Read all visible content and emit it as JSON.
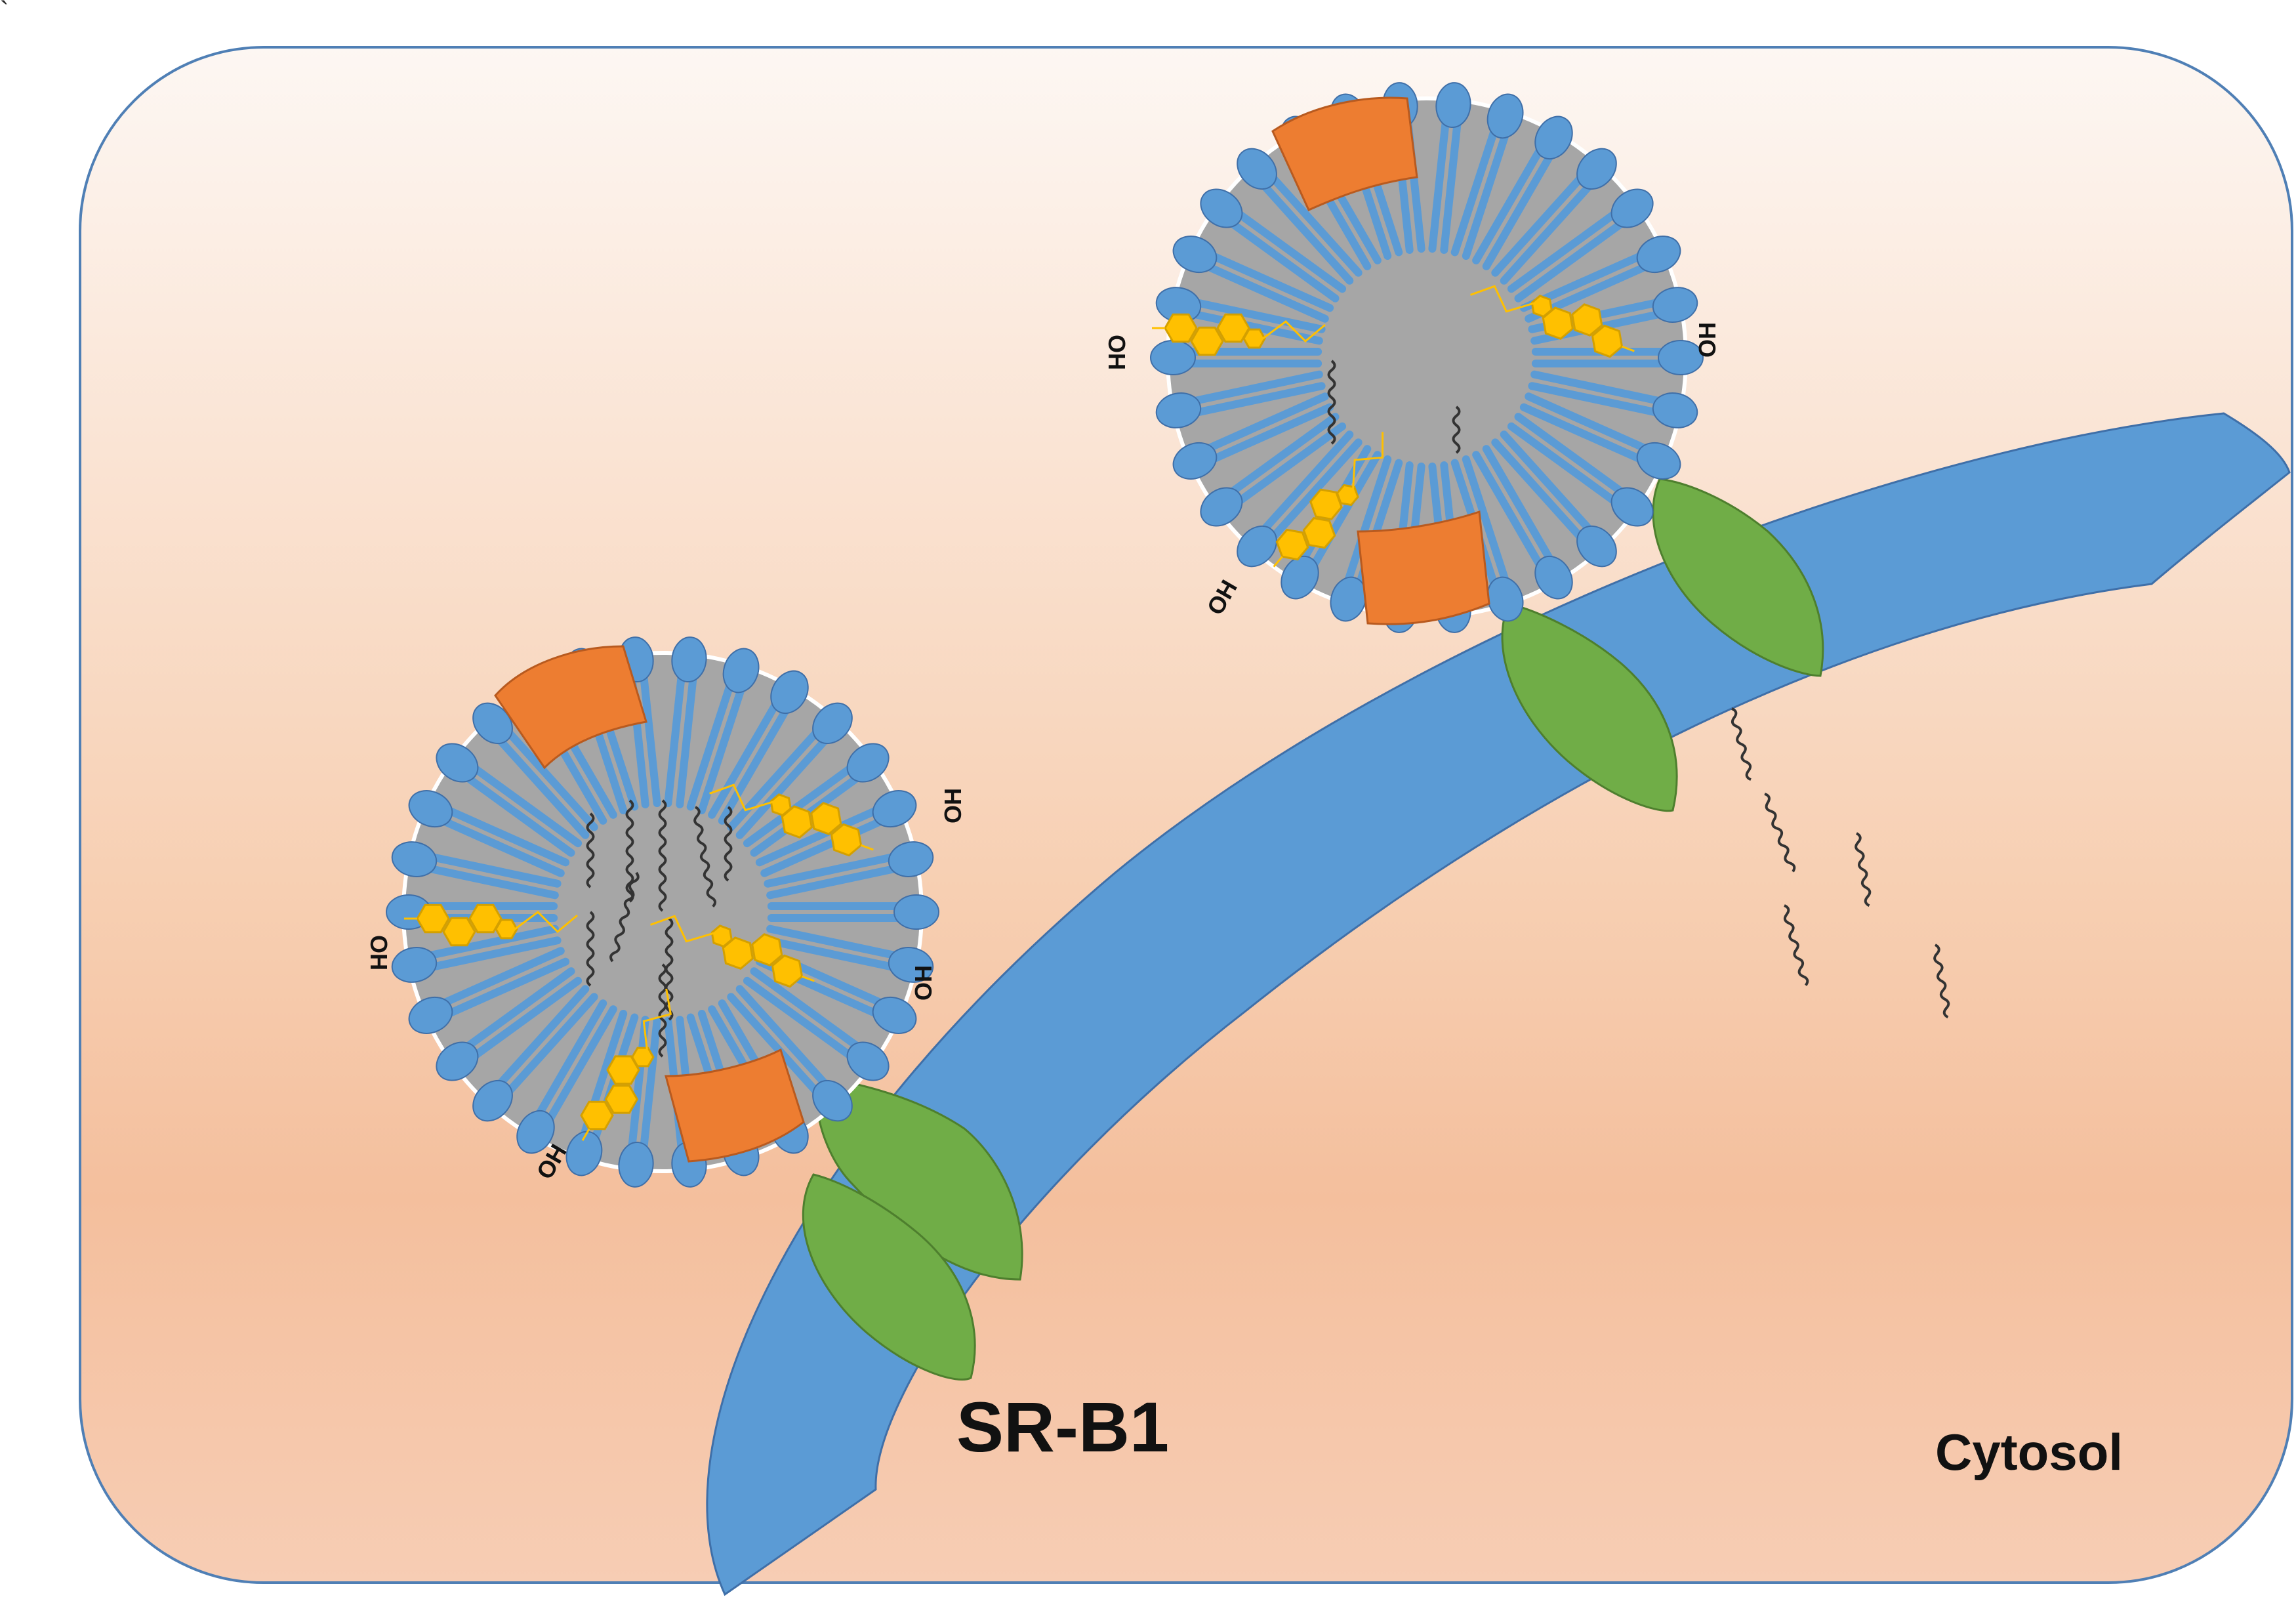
{
  "labels": {
    "receptor": "SR-B1",
    "compartment": "Cytosol",
    "hydroxyl": "OH",
    "stray_mark": "`"
  },
  "colors": {
    "border": "#4f7fb5",
    "bg_top": "#fdf6f2",
    "bg_mid": "#f6c7a6",
    "bg_bottom": "#f5c3a6",
    "membrane": "#5b9bd5",
    "membrane_stroke": "#3f6fa8",
    "receptor": "#70ad47",
    "receptor_stroke": "#4e7f2e",
    "particle_core": "#a6a6a6",
    "phospholipid": "#5b9bd5",
    "apoprotein": "#ed7d31",
    "cholesterol": "#ffc000",
    "cholesterol_stroke": "#d4a000",
    "ester_chain": "#333333"
  },
  "components": {
    "particles": [
      "lipoprotein-particle-left",
      "lipoprotein-particle-right"
    ],
    "receptors": [
      "sr-b1-receptor-1",
      "sr-b1-receptor-2",
      "sr-b1-receptor-3",
      "sr-b1-receptor-4"
    ]
  }
}
